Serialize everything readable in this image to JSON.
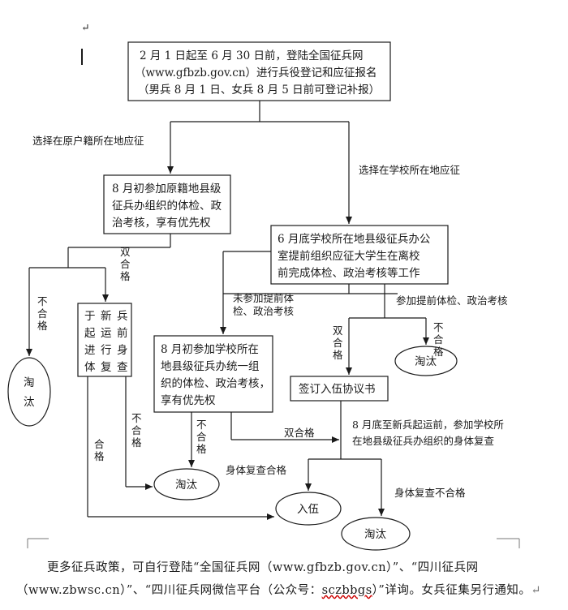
{
  "para_mark": "↵",
  "nodes": {
    "start": [
      "2 月 1 日起至 6 月 30 日前，登陆全国征兵网",
      "（www.gfbzb.gov.cn）进行兵役登记和应征报名",
      "（男兵 8 月 1 日、女兵 8 月 5 日前可登记补报）"
    ],
    "hometown_check": [
      "8 月初参加原籍地县级",
      "征兵办组织的体检、政",
      "治考核，享有优先权"
    ],
    "school_early": [
      "6 月底学校所在地县级征兵办公",
      "室提前组织应征大学生在离校",
      "前完成体检、政治考核等工作"
    ],
    "pre_review": [
      "于",
      "新",
      "兵",
      "起",
      "运",
      "前",
      "进",
      "行",
      "身",
      "体",
      "复",
      "查"
    ],
    "school_august": [
      "8 月初参加学校所在",
      "地县级征兵办统一组",
      "织的体检、政治考核，",
      "享有优先权"
    ],
    "sign_agreement": "签订入伍协议书",
    "eliminate_left": [
      "淘",
      "汰"
    ],
    "eliminate_mid": "淘汰",
    "eliminate_right": "淘汰",
    "enlist": "入伍",
    "eliminate_bottom": "淘汰"
  },
  "labels": {
    "choose_hometown": "选择在原户籍所在地应征",
    "choose_school": "选择在学校所在地应征",
    "double_pass_1": [
      "双",
      "合",
      "格"
    ],
    "fail_1": [
      "不",
      "合",
      "格"
    ],
    "not_attend_early": [
      "未参加提前体",
      "检、政治考核"
    ],
    "attend_early": "参加提前体检、政治考核",
    "double_pass_2": [
      "双",
      "合",
      "格"
    ],
    "fail_2": [
      "不",
      "合",
      "格"
    ],
    "fail_3": [
      "不",
      "合",
      "格"
    ],
    "fail_4": [
      "不",
      "合",
      "格"
    ],
    "pass_1": [
      "合",
      "格"
    ],
    "double_pass_3": "双合格",
    "late_aug_review": [
      "8 月底至新兵起运前，参加学校所",
      "在地县级征兵办组织的身体复查"
    ],
    "review_pass": "身体复查合格",
    "review_fail": "身体复查不合格"
  },
  "footer": {
    "line1": "更多征兵政策，可自行登陆“全国征兵网（www.gfbzb.gov.cn）”、“四川征兵网",
    "line2_a": "（www.zbwsc.cn）”、“四川征兵网微信平台（公众号：",
    "line2_link": "sczbbgs",
    "line2_b": "）”详询。女兵征集另行通知。"
  }
}
